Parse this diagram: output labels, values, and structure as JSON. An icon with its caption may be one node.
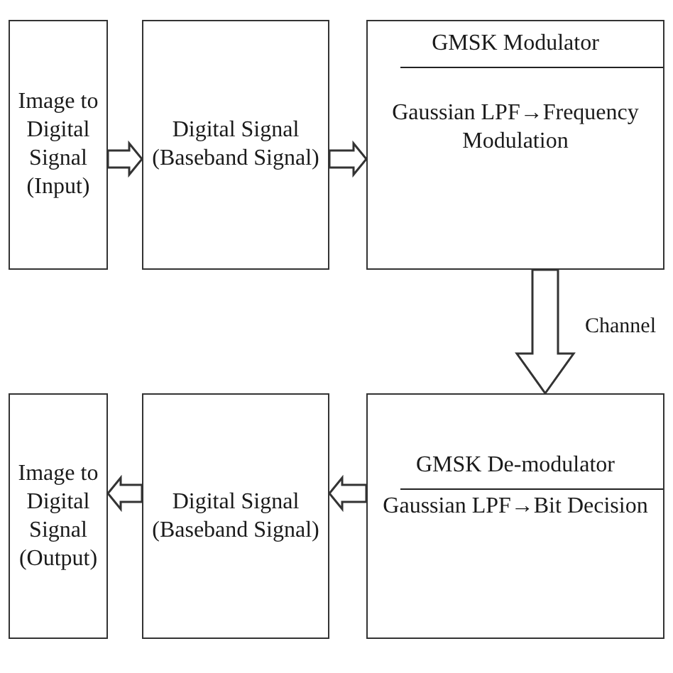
{
  "diagram": {
    "nodes": [
      {
        "text": [
          "Image to Digital Signal (Input)"
        ]
      },
      {
        "text": [
          "Digital Signal (Baseband Signal)"
        ]
      },
      {
        "text": [
          "GMSK Modulator",
          "Gaussian LPF→Frequency Modulation"
        ]
      },
      {
        "text": [
          "GMSK De-modulator",
          "Gaussian LPF→Bit Decision"
        ]
      },
      {
        "text": [
          "Digital Signal (Baseband Signal)"
        ]
      },
      {
        "text": [
          "Image to Digital Signal (Output)"
        ]
      }
    ],
    "edges": [
      {
        "from": 0,
        "to": 1,
        "arrow": "to"
      },
      {
        "from": 1,
        "to": 2,
        "arrow": "to"
      },
      {
        "from": 2,
        "to": 3,
        "arrow": "to",
        "label": "Channel"
      },
      {
        "from": 3,
        "to": 4,
        "arrow": "to"
      },
      {
        "from": 4,
        "to": 5,
        "arrow": "to"
      }
    ]
  }
}
